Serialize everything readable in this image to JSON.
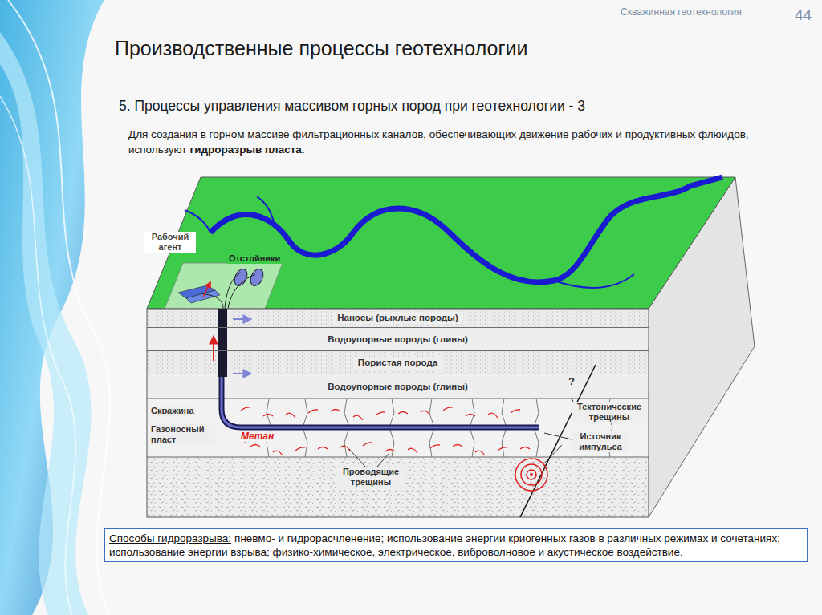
{
  "diagram": {
    "title": "Производственные процессы геотехнологии",
    "nodes": [
      {
        "text": [
          "Наносы (рыхлые породы)"
        ]
      },
      {
        "text": [
          "Водоупорные породы (глины)"
        ]
      },
      {
        "text": [
          "Пористая порода"
        ]
      },
      {
        "text": [
          "Водоупорные породы (глины)"
        ]
      },
      {
        "text": [
          "Способы гидроразрыва:",
          "пневмо- и гидрорасчленение; использование энергии криогенных газов в различных режимах и сочетаниях; использование энергии взрыва; физико-химическое, электрическое, виброволновое и акустическое воздействие."
        ]
      }
    ],
    "labels": [
      "Скважинная геотехнология",
      "44",
      "5. Процессы управления массивом горных пород при геотехнологии - 3",
      "Для создания в горном массиве фильтрационных каналов, обеспечивающих движение рабочих и продуктивных флюидов, используют",
      "гидроразрыв пласта.",
      "Рабочий агент",
      "Отстойники",
      "Скважина",
      "Газоносный пласт",
      "Метан",
      "?",
      "Тектонические трещины",
      "Источник импульса",
      "Проводящие трещины"
    ]
  }
}
